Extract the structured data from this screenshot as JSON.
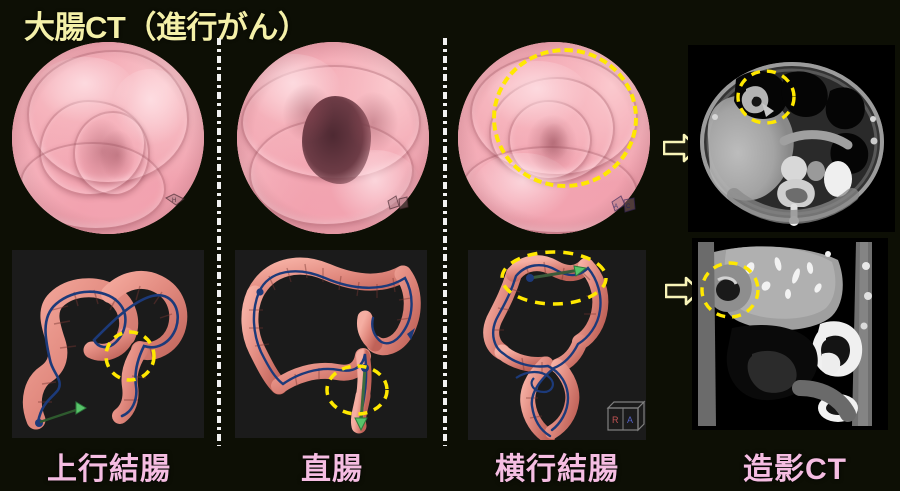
{
  "slide": {
    "title": "大腸CT（進行がん）",
    "title_color": "#f4f0a8",
    "background_color": "#0d0f05",
    "caption_color": "#f5bde2",
    "annotation_color": "#ffe800",
    "arrow_color": "#f7f3b8"
  },
  "panels": [
    {
      "id": "ascending-colon",
      "caption": "上行結腸",
      "endoluminal_view": "virtual-colonoscopy-ascending-colon",
      "overview_view": "colon-3d-overview-ascending",
      "has_lesion_circle_endo": false,
      "has_lesion_circle_overview": true,
      "marker_icon": "orientation-marker-icon"
    },
    {
      "id": "rectum",
      "caption": "直腸",
      "endoluminal_view": "virtual-colonoscopy-rectum",
      "overview_view": "colon-3d-overview-rectum",
      "has_lesion_circle_endo": false,
      "has_lesion_circle_overview": true,
      "marker_icon": "orientation-marker-icon"
    },
    {
      "id": "transverse-colon",
      "caption": "横行結腸",
      "endoluminal_view": "virtual-colonoscopy-transverse-colon",
      "overview_view": "colon-3d-overview-transverse",
      "has_lesion_circle_endo": true,
      "has_lesion_circle_overview": true,
      "marker_icon": "orientation-marker-icon",
      "orientation_cube": {
        "label_left": "R",
        "label_right": "A"
      }
    },
    {
      "id": "contrast-ct",
      "caption": "造影CT",
      "images": [
        {
          "name": "ct-axial-abdomen",
          "plane": "axial",
          "has_lesion_circle": true
        },
        {
          "name": "ct-coronal-abdomen",
          "plane": "coronal",
          "has_lesion_circle": true
        }
      ],
      "arrows": [
        {
          "name": "arrow-to-axial-ct",
          "direction": "right"
        },
        {
          "name": "arrow-to-coronal-ct",
          "direction": "right"
        }
      ]
    }
  ],
  "captions": {
    "col1": "上行結腸",
    "col2": "直腸",
    "col3": "横行結腸",
    "col4": "造影CT"
  },
  "orientation_cube": {
    "label_left": "R",
    "label_right": "A"
  }
}
